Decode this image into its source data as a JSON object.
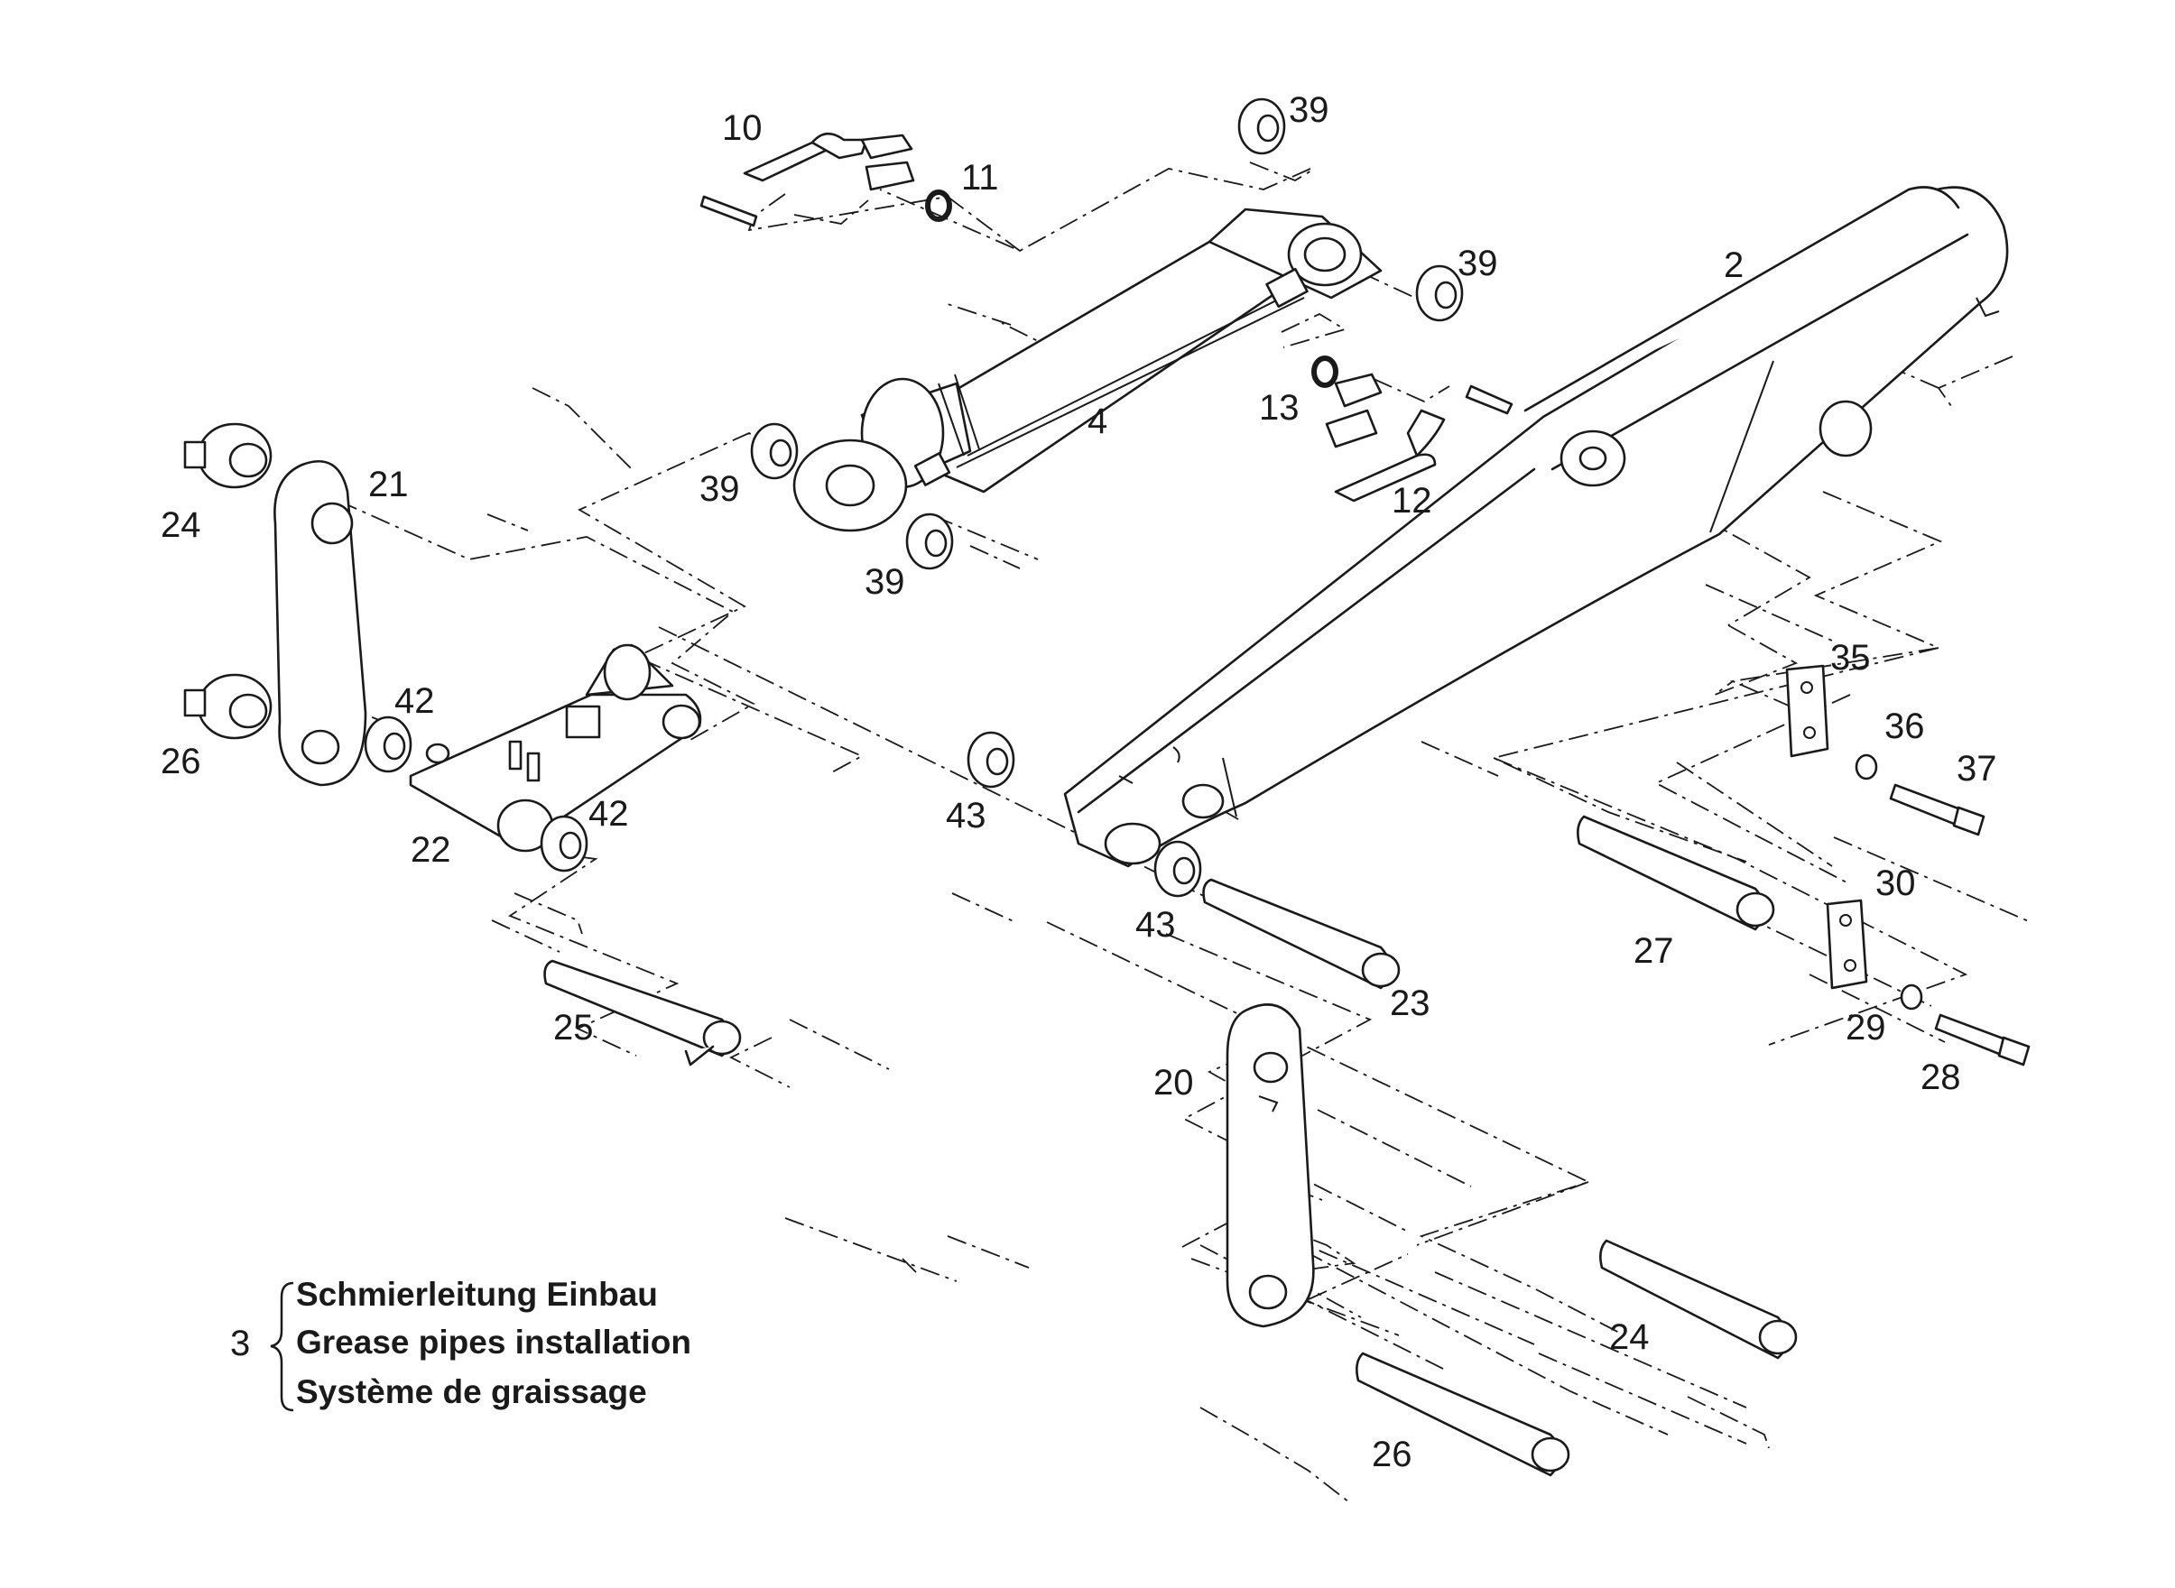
{
  "callouts": [
    {
      "id": "c10",
      "text": "10"
    },
    {
      "id": "c11",
      "text": "11"
    },
    {
      "id": "c39a",
      "text": "39"
    },
    {
      "id": "c39b",
      "text": "39"
    },
    {
      "id": "c2",
      "text": "2"
    },
    {
      "id": "c13",
      "text": "13"
    },
    {
      "id": "c12",
      "text": "12"
    },
    {
      "id": "c4",
      "text": "4"
    },
    {
      "id": "c39c",
      "text": "39"
    },
    {
      "id": "c39d",
      "text": "39"
    },
    {
      "id": "c21",
      "text": "21"
    },
    {
      "id": "c24a",
      "text": "24"
    },
    {
      "id": "c42a",
      "text": "42"
    },
    {
      "id": "c26a",
      "text": "26"
    },
    {
      "id": "c22",
      "text": "22"
    },
    {
      "id": "c42b",
      "text": "42"
    },
    {
      "id": "c43a",
      "text": "43"
    },
    {
      "id": "c43b",
      "text": "43"
    },
    {
      "id": "c35",
      "text": "35"
    },
    {
      "id": "c36",
      "text": "36"
    },
    {
      "id": "c37",
      "text": "37"
    },
    {
      "id": "c30",
      "text": "30"
    },
    {
      "id": "c27",
      "text": "27"
    },
    {
      "id": "c23",
      "text": "23"
    },
    {
      "id": "c25",
      "text": "25"
    },
    {
      "id": "c29",
      "text": "29"
    },
    {
      "id": "c28",
      "text": "28"
    },
    {
      "id": "c20",
      "text": "20"
    },
    {
      "id": "c24b",
      "text": "24"
    },
    {
      "id": "c26b",
      "text": "26"
    }
  ],
  "legend": {
    "number": "3",
    "lines": [
      "Schmierleitung Einbau",
      "Grease pipes installation",
      "Système de graissage"
    ]
  }
}
